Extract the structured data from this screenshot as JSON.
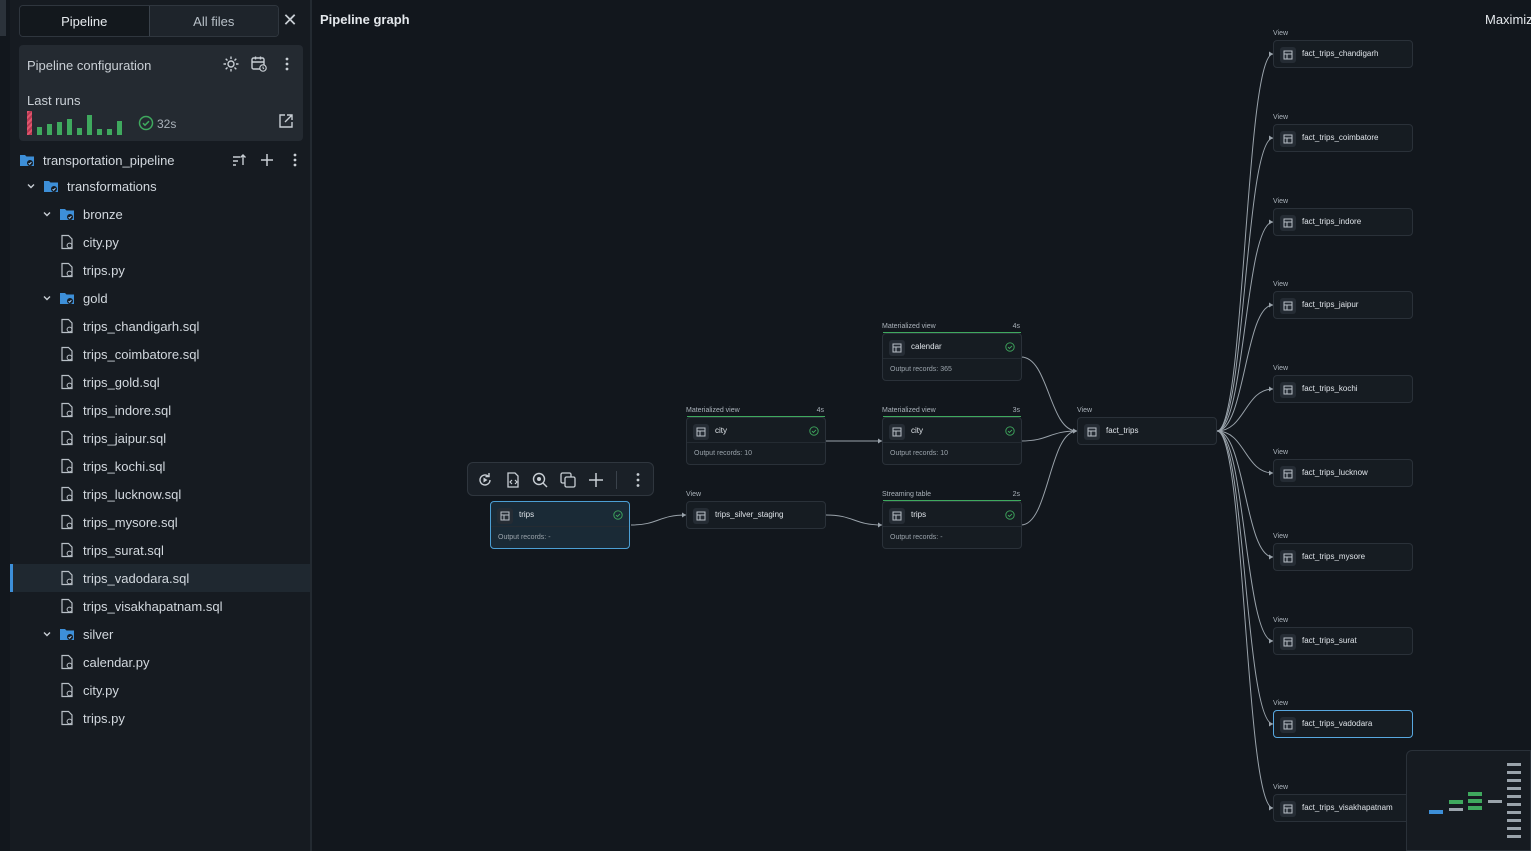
{
  "sidebar": {
    "tabs": [
      {
        "label": "Pipeline"
      },
      {
        "label": "All files"
      }
    ],
    "config": {
      "title": "Pipeline configuration",
      "last_runs_label": "Last runs",
      "last_duration": "32s",
      "runs": [
        {
          "status": "failed",
          "level": 1.0
        },
        {
          "status": "success",
          "level": 0.35
        },
        {
          "status": "success",
          "level": 0.45
        },
        {
          "status": "success",
          "level": 0.55
        },
        {
          "status": "success",
          "level": 0.65
        },
        {
          "status": "success",
          "level": 0.3
        },
        {
          "status": "success",
          "level": 0.85
        },
        {
          "status": "success",
          "level": 0.25
        },
        {
          "status": "success",
          "level": 0.25
        },
        {
          "status": "success",
          "level": 0.6
        }
      ]
    },
    "tree": {
      "root": "transportation_pipeline",
      "transformations": "transformations",
      "bronze": {
        "label": "bronze",
        "files": [
          "city.py",
          "trips.py"
        ]
      },
      "gold": {
        "label": "gold",
        "files": [
          "trips_chandigarh.sql",
          "trips_coimbatore.sql",
          "trips_gold.sql",
          "trips_indore.sql",
          "trips_jaipur.sql",
          "trips_kochi.sql",
          "trips_lucknow.sql",
          "trips_mysore.sql",
          "trips_surat.sql",
          "trips_vadodara.sql",
          "trips_visakhapatnam.sql"
        ]
      },
      "silver": {
        "label": "silver",
        "files": [
          "calendar.py",
          "city.py",
          "trips.py"
        ]
      },
      "selected_file": "trips_vadodara.sql"
    }
  },
  "graph": {
    "title": "Pipeline graph",
    "maximize_label": "Maximiz",
    "nodes": [
      {
        "id": "bronze_trips",
        "type": "",
        "name": "trips",
        "time": "",
        "output": "Output records: -",
        "highlight": true
      },
      {
        "id": "bronze_city",
        "type": "Materialized view",
        "name": "city",
        "time": "4s",
        "output": "Output records: 10"
      },
      {
        "id": "staging",
        "type": "View",
        "name": "trips_silver_staging",
        "time": "",
        "output": ""
      },
      {
        "id": "calendar",
        "type": "Materialized view",
        "name": "calendar",
        "time": "4s",
        "output": "Output records: 365"
      },
      {
        "id": "silver_city",
        "type": "Materialized view",
        "name": "city",
        "time": "3s",
        "output": "Output records: 10"
      },
      {
        "id": "silver_trips",
        "type": "Streaming table",
        "name": "trips",
        "time": "2s",
        "output": "Output records: -"
      },
      {
        "id": "fact_trips",
        "type": "View",
        "name": "fact_trips",
        "time": "",
        "output": ""
      }
    ],
    "views": [
      {
        "type": "View",
        "name": "fact_trips_chandigarh"
      },
      {
        "type": "View",
        "name": "fact_trips_coimbatore"
      },
      {
        "type": "View",
        "name": "fact_trips_indore"
      },
      {
        "type": "View",
        "name": "fact_trips_jaipur"
      },
      {
        "type": "View",
        "name": "fact_trips_kochi"
      },
      {
        "type": "View",
        "name": "fact_trips_lucknow"
      },
      {
        "type": "View",
        "name": "fact_trips_mysore"
      },
      {
        "type": "View",
        "name": "fact_trips_surat"
      },
      {
        "type": "View",
        "name": "fact_trips_vadodara",
        "selected": true
      },
      {
        "type": "View",
        "name": "fact_trips_visakhapatnam"
      }
    ]
  },
  "colors": {
    "accent": "#3d8fd8",
    "success": "#3fa95e",
    "failure": "#e0566e"
  }
}
